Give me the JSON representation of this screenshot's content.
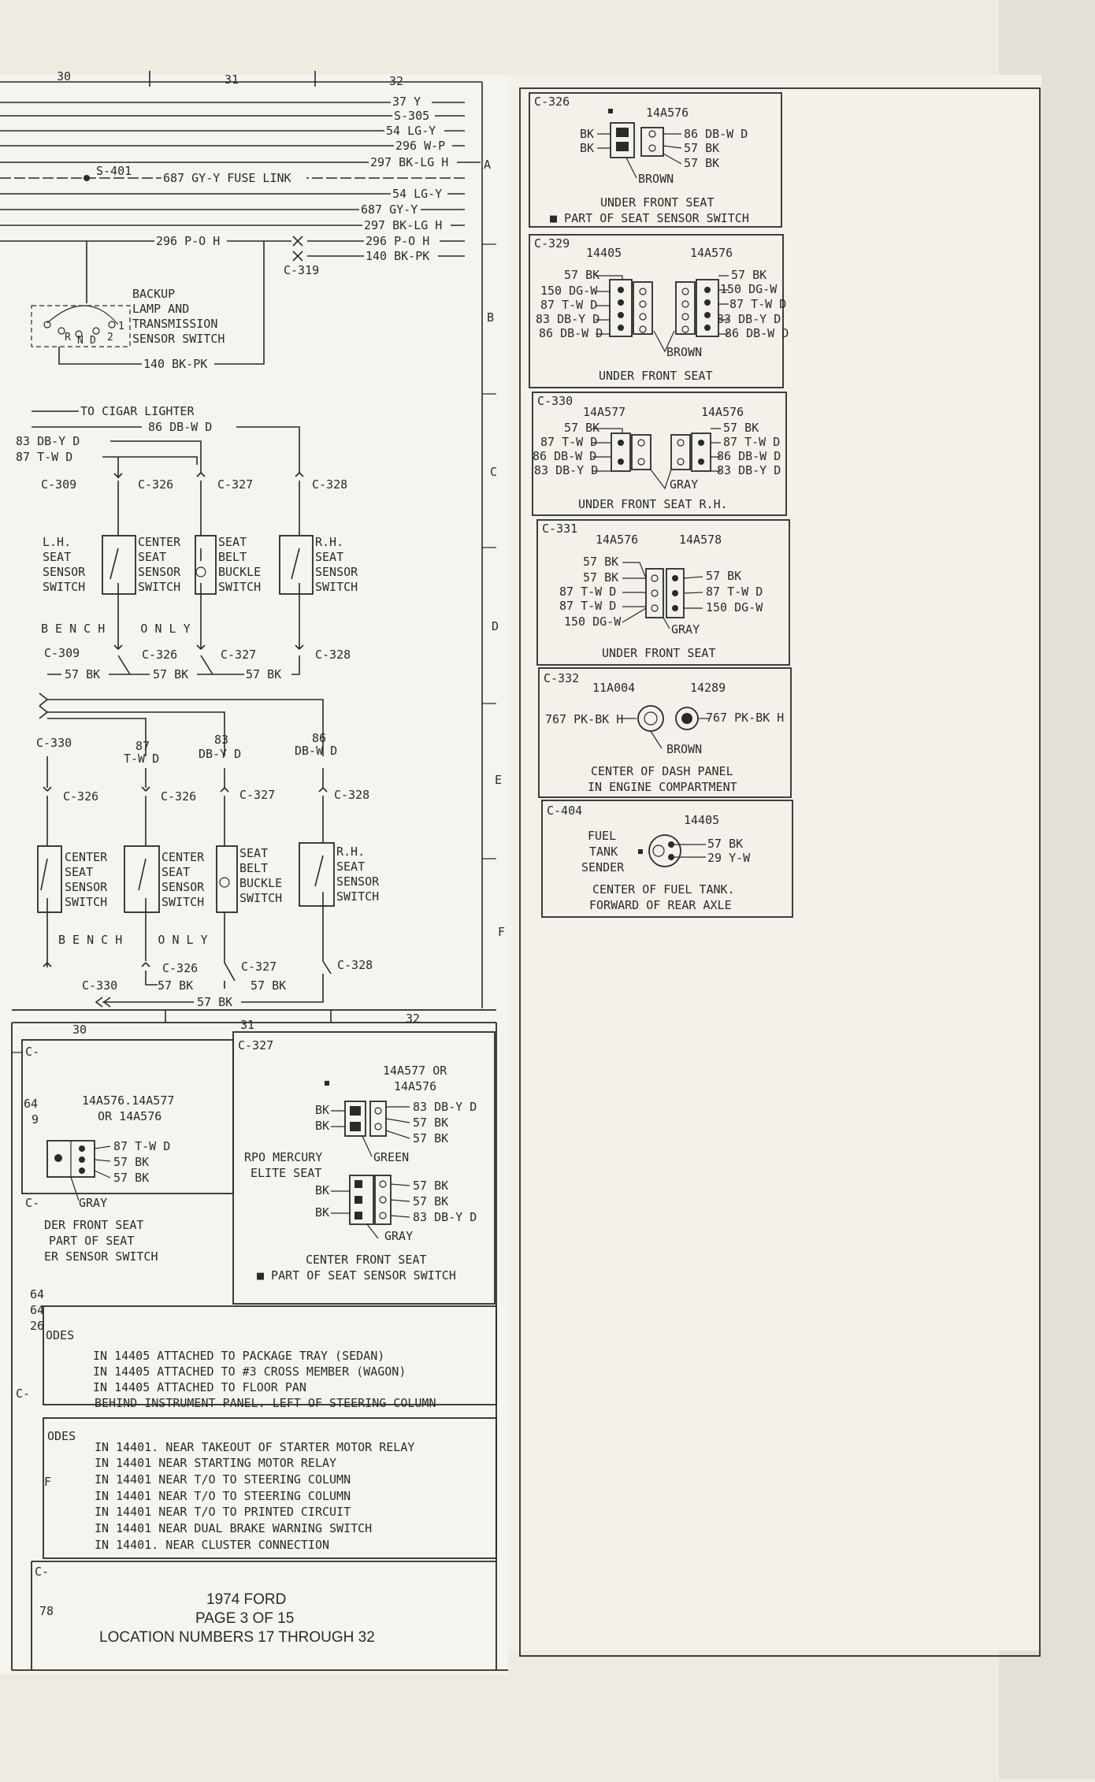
{
  "grid": {
    "top_cols": [
      "30",
      "31",
      "32"
    ],
    "bottom_cols": [
      "30",
      "31",
      "32"
    ],
    "rows": [
      "A",
      "B",
      "C",
      "D",
      "E",
      "F"
    ]
  },
  "wires_top": [
    "37 Y",
    "S-305",
    "54 LG-Y",
    "296 W-P",
    "297 BK-LG H",
    "687 GY-Y FUSE LINK",
    "S-401",
    "54 LG-Y",
    "687 GY-Y",
    "297 BK-LG H",
    "296 P-O H",
    "296 P-O H",
    "140 BK-PK",
    "C-319"
  ],
  "backup_switch": {
    "lines": [
      "BACKUP",
      "LAMP AND",
      "TRANSMISSION",
      "SENSOR SWITCH"
    ],
    "positions": [
      "R",
      "N",
      "D",
      "2",
      "1"
    ],
    "wire": "140 BK-PK"
  },
  "cigar": {
    "label": "TO CIGAR LIGHTER",
    "wire": "86 DB-W D",
    "w1": "83 DB-Y D",
    "w2": "87 T-W D"
  },
  "bench1": {
    "conns": [
      "C-309",
      "C-326",
      "C-327",
      "C-328"
    ],
    "switches": [
      [
        "L.H.",
        "SEAT",
        "SENSOR",
        "SWITCH"
      ],
      [
        "CENTER",
        "SEAT",
        "SENSOR",
        "SWITCH"
      ],
      [
        "SEAT",
        "BELT",
        "BUCKLE",
        "SWITCH"
      ],
      [
        "R.H.",
        "SEAT",
        "SENSOR",
        "SWITCH"
      ]
    ],
    "bench_only": "B E N C H     O N L Y",
    "bottom_conns": [
      "C-309",
      "C-326",
      "C-327",
      "C-328"
    ],
    "gnd": "57 BK"
  },
  "bench2": {
    "conn": "C-330",
    "wires": [
      "87",
      "T-W D",
      "83",
      "DB-Y D",
      "86",
      "DB-W D"
    ],
    "conns": [
      "C-326",
      "C-326",
      "C-327",
      "C-328"
    ],
    "switches": [
      [
        "CENTER",
        "SEAT",
        "SENSOR",
        "SWITCH"
      ],
      [
        "CENTER",
        "SEAT",
        "SENSOR",
        "SWITCH"
      ],
      [
        "SEAT",
        "BELT",
        "BUCKLE",
        "SWITCH"
      ],
      [
        "R.H.",
        "SEAT",
        "SENSOR",
        "SWITCH"
      ]
    ],
    "bench_only": "B E N C H     O N L Y",
    "bottom_conns": [
      "C-326",
      "C-327",
      "C-328",
      "C-330"
    ],
    "gnd": "57 BK"
  },
  "conn_boxes": [
    {
      "id": "C-326",
      "part": "14A576",
      "left": [
        "BK",
        "BK"
      ],
      "right": [
        "86 DB-W D",
        "57 BK",
        "57 BK"
      ],
      "color": "BROWN",
      "loc": [
        "UNDER FRONT SEAT",
        "■ PART OF SEAT SENSOR SWITCH"
      ]
    },
    {
      "id": "C-329",
      "parts": [
        "14405",
        "14A576"
      ],
      "left": [
        "57 BK",
        "150 DG-W",
        "87 T-W D",
        "83 DB-Y D",
        "86 DB-W D"
      ],
      "right": [
        "57 BK",
        "150 DG-W",
        "87 T-W D",
        "83 DB-Y D",
        "86 DB-W D"
      ],
      "color": "BROWN",
      "loc": [
        "UNDER FRONT SEAT"
      ]
    },
    {
      "id": "C-330",
      "parts": [
        "14A577",
        "14A576"
      ],
      "left": [
        "57 BK",
        "87 T-W D",
        "86 DB-W D",
        "83 DB-Y D"
      ],
      "right": [
        "57 BK",
        "87 T-W D",
        "86 DB-W D",
        "83 DB-Y D"
      ],
      "color": "GRAY",
      "loc": [
        "UNDER FRONT SEAT R.H."
      ]
    },
    {
      "id": "C-331",
      "parts": [
        "14A576",
        "14A578"
      ],
      "left": [
        "57 BK",
        "57 BK",
        "87 T-W D",
        "87 T-W D",
        "150 DG-W"
      ],
      "right": [
        "57 BK",
        "87 T-W D",
        "150 DG-W"
      ],
      "color": "GRAY",
      "loc": [
        "UNDER FRONT SEAT"
      ]
    },
    {
      "id": "C-332",
      "parts": [
        "11A004",
        "14289"
      ],
      "left": [
        "767 PK-BK H"
      ],
      "right": [
        "767 PK-BK H"
      ],
      "color": "BROWN",
      "loc": [
        "CENTER OF DASH PANEL",
        "IN ENGINE COMPARTMENT"
      ]
    },
    {
      "id": "C-404",
      "part": "14405",
      "left": [
        "FUEL",
        "TANK",
        "SENDER"
      ],
      "right": [
        "57 BK",
        "29 Y-W"
      ],
      "loc": [
        "CENTER OF FUEL TANK.",
        "FORWARD OF REAR AXLE"
      ]
    }
  ],
  "lower_boxes": {
    "left": {
      "id": "C-",
      "part": [
        "14A576.14A577",
        "OR 14A576"
      ],
      "right": [
        "87 T-W D",
        "57 BK",
        "57 BK"
      ],
      "color": "GRAY",
      "loc": [
        "DER FRONT SEAT",
        "PART OF SEAT",
        "ER SENSOR SWITCH"
      ],
      "margin": [
        "64",
        "9",
        "C-",
        "64",
        "64",
        "26"
      ]
    },
    "c327": {
      "id": "C-327",
      "part": [
        "14A577 OR",
        "14A576"
      ],
      "left1": [
        "BK",
        "BK"
      ],
      "right1": [
        "83 DB-Y D",
        "57 BK",
        "57 BK"
      ],
      "color1": "GREEN",
      "note": [
        "RPO MERCURY",
        "ELITE SEAT"
      ],
      "left2": [
        "BK",
        "BK"
      ],
      "right2": [
        "57 BK",
        "57 BK",
        "83 DB-Y D"
      ],
      "color2": "GRAY",
      "loc": [
        "CENTER FRONT SEAT",
        "■ PART OF SEAT SENSOR SWITCH"
      ]
    }
  },
  "notes1": {
    "title": "ODES",
    "items": [
      "IN 14405 ATTACHED TO PACKAGE TRAY (SEDAN)",
      "IN 14405 ATTACHED TO #3 CROSS MEMBER (WAGON)",
      "IN 14405 ATTACHED TO FLOOR PAN",
      "BEHIND INSTRUMENT PANEL. LEFT OF STEERING COLUMN"
    ],
    "margin": "C-"
  },
  "notes2": {
    "title": "ODES",
    "items": [
      "IN 14401. NEAR TAKEOUT OF STARTER MOTOR RELAY",
      "IN 14401 NEAR STARTING MOTOR RELAY",
      "IN 14401 NEAR T/O TO STEERING COLUMN",
      "IN 14401 NEAR T/O TO STEERING COLUMN",
      "IN 14401 NEAR T/O TO PRINTED CIRCUIT",
      "IN 14401 NEAR DUAL BRAKE WARNING SWITCH",
      "IN 14401. NEAR CLUSTER CONNECTION"
    ],
    "margin": "F"
  },
  "footer": {
    "title": "1974 FORD",
    "page": "PAGE 3 OF 15",
    "loc": "LOCATION NUMBERS 17 THROUGH 32",
    "margin": [
      "C-",
      "78"
    ]
  }
}
